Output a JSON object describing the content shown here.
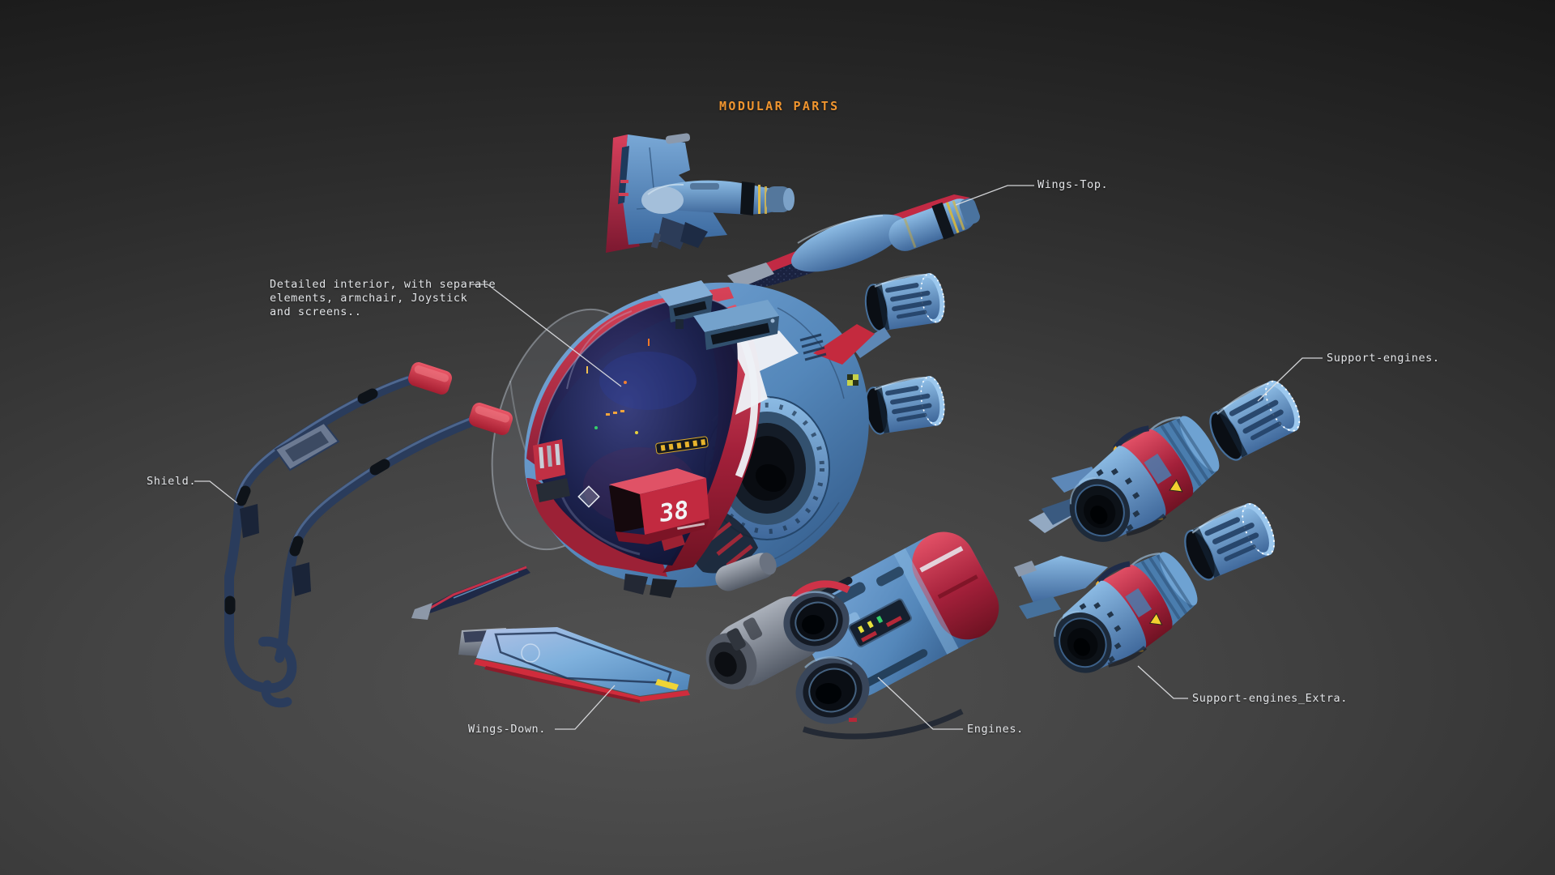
{
  "title": {
    "text": "MODULAR PARTS",
    "color": "#F0952F"
  },
  "cockpit": {
    "number": "38"
  },
  "annotations": {
    "wings_top": {
      "text": "Wings-Top."
    },
    "interior": {
      "lines": [
        "Detailed interior, with separate",
        "elements, armchair, Joystick",
        "and screens.."
      ]
    },
    "shield": {
      "text": "Shield."
    },
    "support_engines": {
      "text": "Support-engines."
    },
    "wings_down": {
      "text": "Wings-Down."
    },
    "engines": {
      "text": "Engines."
    },
    "support_engines_extra": {
      "text": "Support-engines_Extra."
    }
  },
  "colors": {
    "label_text": "#E3E5E8",
    "leader_line": "#DFE1E4",
    "hull_red": "#C22A40",
    "hull_blue": "#5B8FC4",
    "hull_navy": "#1A2240",
    "accent_yellow": "#E8B42C",
    "background_center": "#525252",
    "background_edge": "#121212"
  }
}
